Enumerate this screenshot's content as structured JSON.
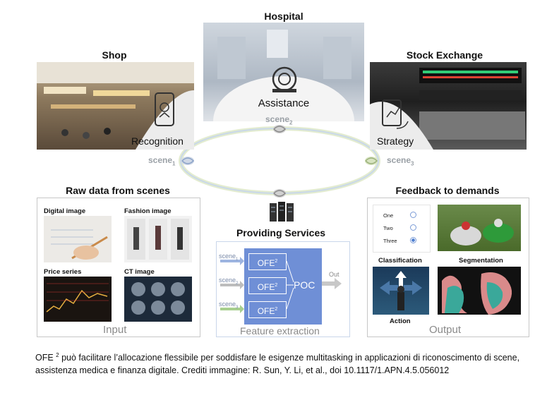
{
  "scenes": {
    "shop": {
      "title": "Shop",
      "badge": "Recognition"
    },
    "hospital": {
      "title": "Hospital",
      "badge": "Assistance"
    },
    "stock": {
      "title": "Stock Exchange",
      "badge": "Strategy"
    }
  },
  "ring_labels": {
    "scene": "scene",
    "s1": "1",
    "s2": "2",
    "s3": "3"
  },
  "input_panel": {
    "heading": "Raw data from scenes",
    "label": "Input",
    "items": [
      "Digital image",
      "Fashion image",
      "Price series",
      "CT image"
    ]
  },
  "services": {
    "heading": "Providing Services",
    "label": "Feature extraction",
    "scene_word": "scene",
    "subs": [
      "1",
      "2",
      "3"
    ],
    "ofe": "OFE",
    "ofe_sup": "2",
    "poc": "POC",
    "out": "Out"
  },
  "output_panel": {
    "heading": "Feedback to demands",
    "label": "Output",
    "options": [
      "One",
      "Two",
      "Three"
    ],
    "items": [
      "Classification",
      "Segmentation",
      "Action"
    ]
  },
  "caption": {
    "pre": "OFE ",
    "sup": "2",
    "text": " può facilitare l’allocazione flessibile per soddisfare le esigenze multitasking in applicazioni di riconoscimento di scene, assistenza medica e finanza digitale. Crediti immagine: R. Sun, Y. Li, et al., doi 10.1117/1.APN.4.5.056012"
  },
  "colors": {
    "accent_blue": "#6f8fd6",
    "ring": "#d9e6c2",
    "scene_gray": "#9aa0a6"
  }
}
